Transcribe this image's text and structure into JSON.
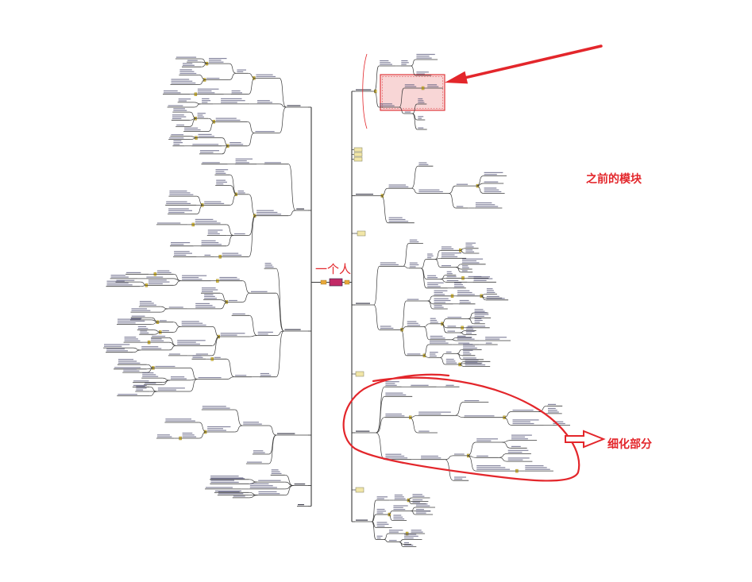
{
  "central_topic": {
    "label": "一个人"
  },
  "annotations": {
    "previous_module": {
      "label": "之前的模块"
    },
    "refined_part": {
      "label": "细化部分"
    }
  },
  "colors": {
    "annotation_red": "#e3262b",
    "branch_line": "#3a3a3a",
    "node_text": "#565678",
    "main_topic_text": "#2e2e3e",
    "junction_yellow": "#e8c83a",
    "central_topic_fill": "#c22a66",
    "highlight_fill": "#f8d6d6",
    "highlight_border": "#e0393e",
    "background": "#ffffff"
  },
  "icons": {
    "pointer_arrow": "arrow-left-icon",
    "refined_arrow": "hollow-arrow-right-icon",
    "refined_outline": "freehand-ellipse-icon"
  }
}
